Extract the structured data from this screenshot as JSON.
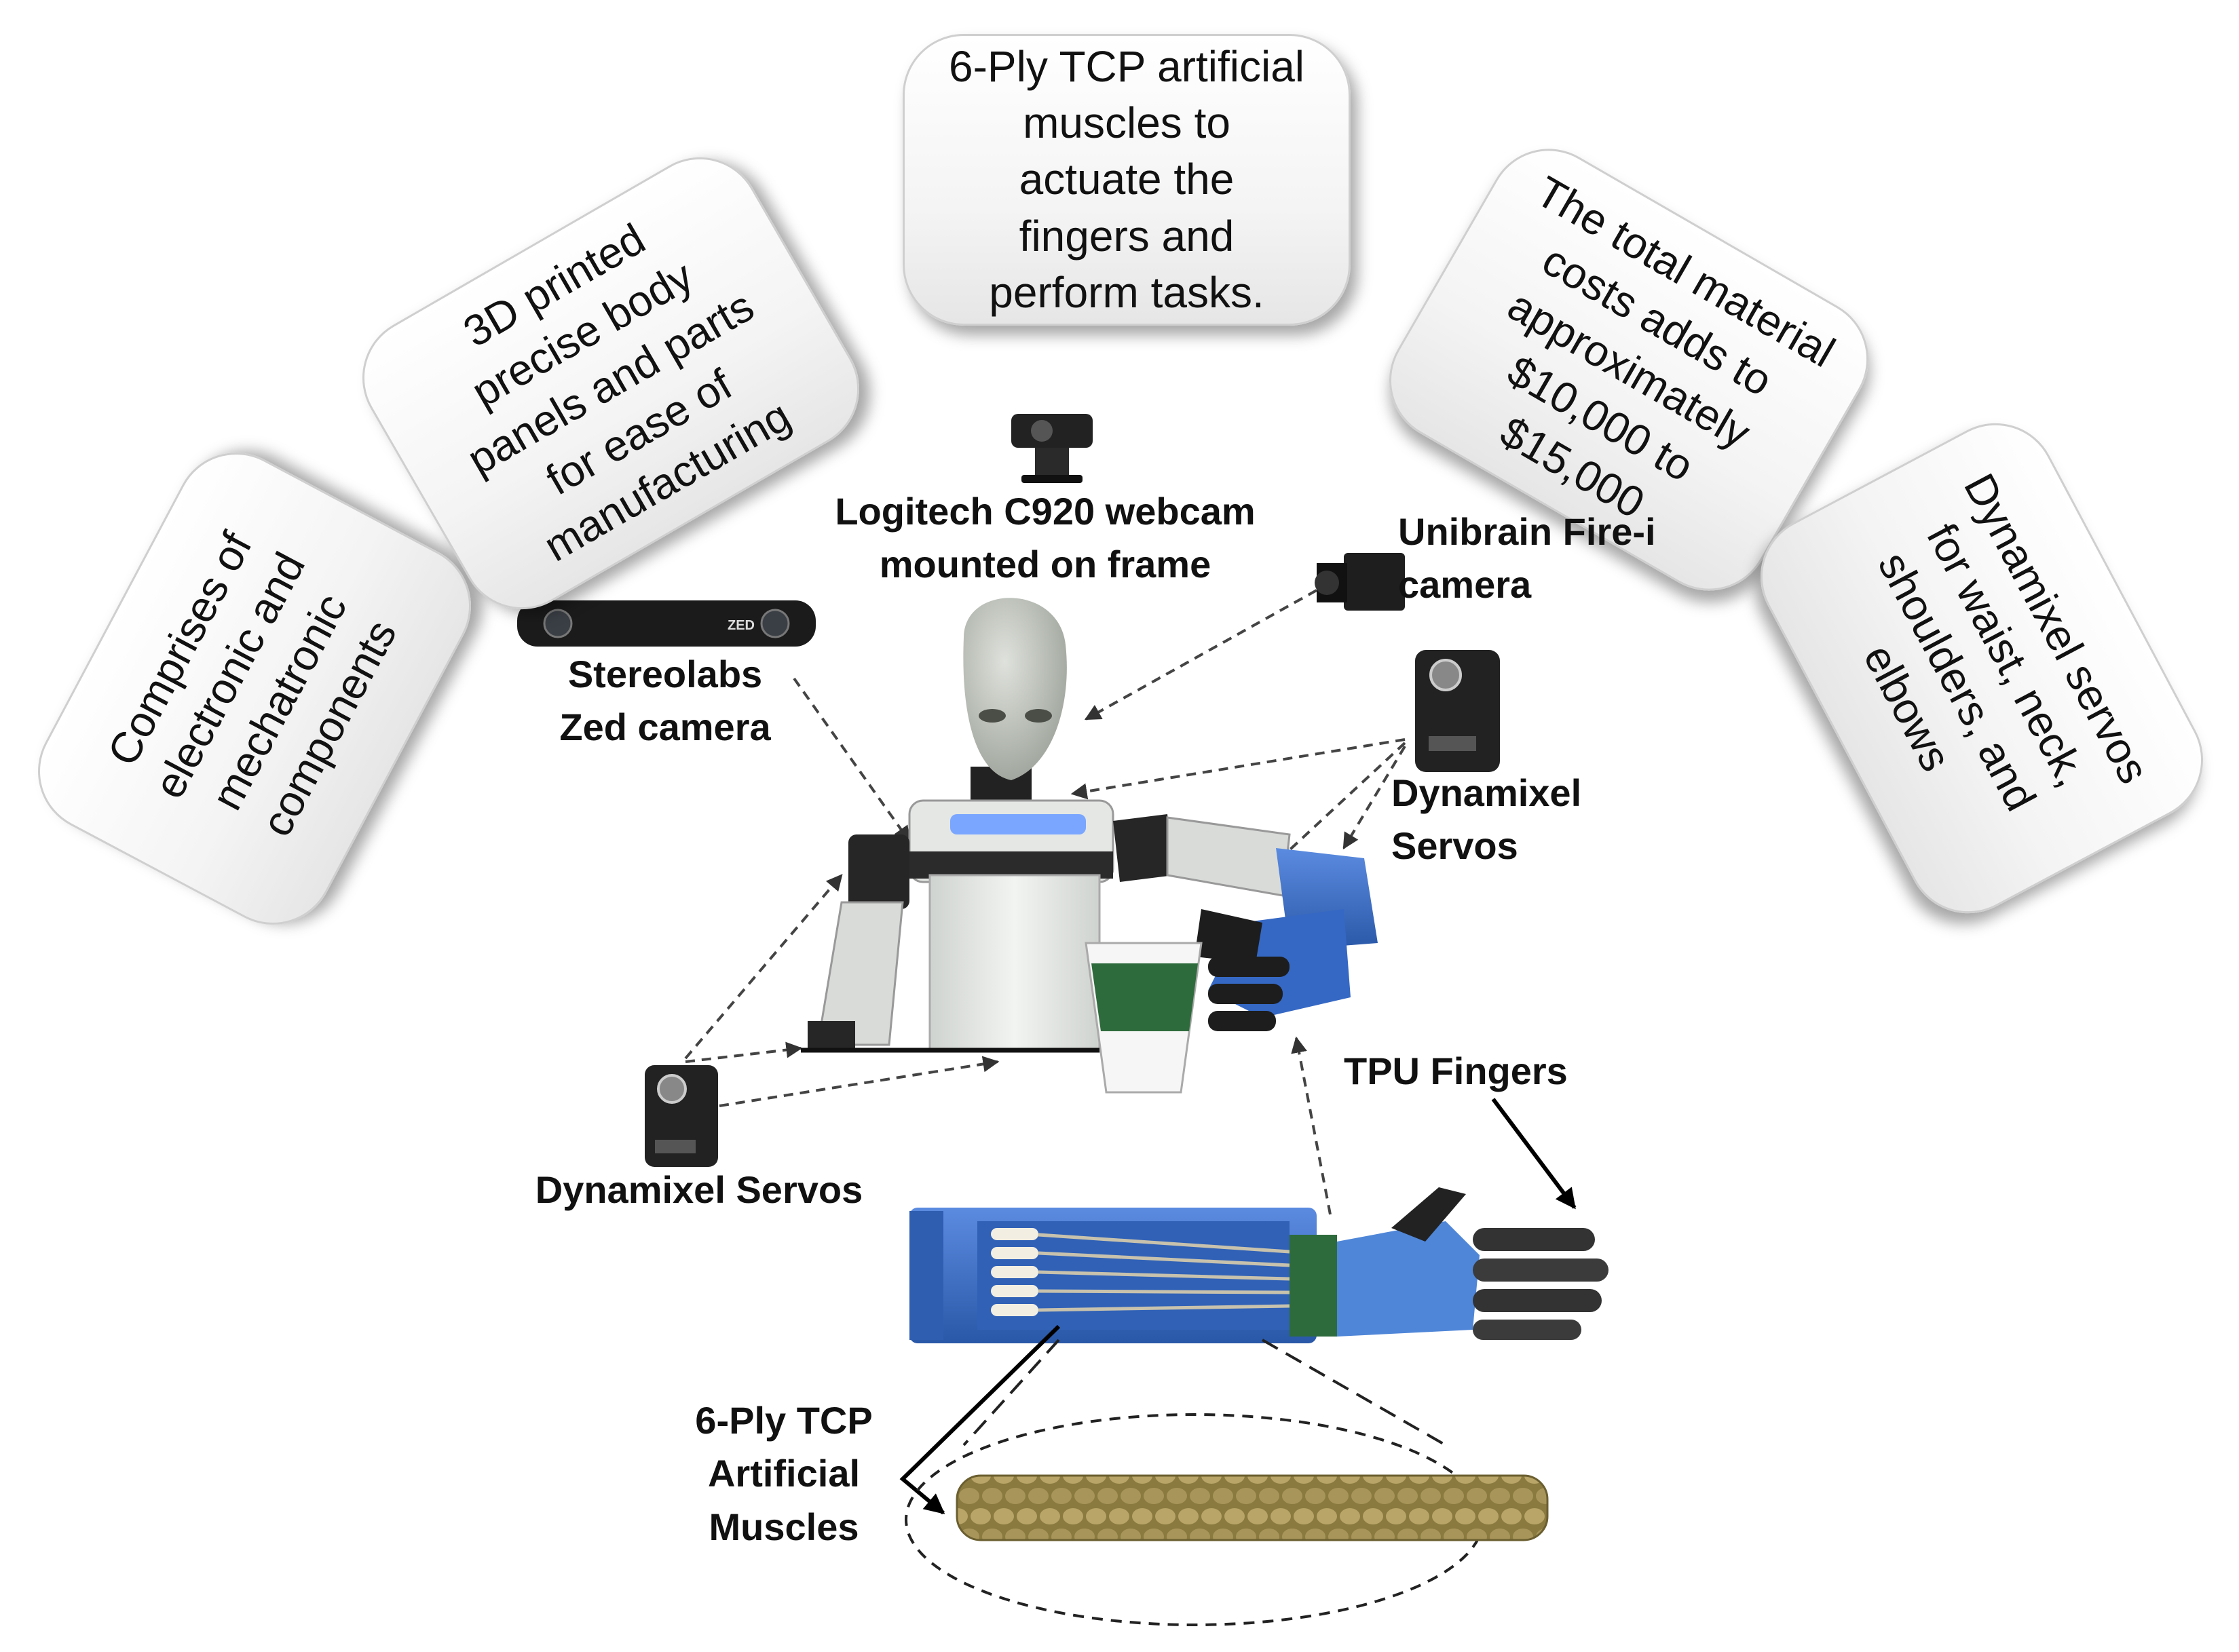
{
  "callouts": {
    "components": "Comprises of\nelectronic and\nmechatronic\ncomponents",
    "printed": "3D printed\nprecise body\npanels and parts\nfor ease of\nmanufacturing",
    "muscles": "6-Ply TCP artificial\nmuscles to\nactuate the\nfingers and\nperform tasks.",
    "cost": "The total material\ncosts adds to\napproximately\n$10,000 to\n$15,000",
    "servos": "Dynamixel servos\nfor waist, neck,\nshoulders, and\nelbows"
  },
  "labels": {
    "webcam": "Logitech C920 webcam\nmounted on frame",
    "unibrain": "Unibrain Fire-i\ncamera",
    "zed": "Stereolabs\nZed camera",
    "servos_right": "Dynamixel\nServos",
    "servos_left": "Dynamixel Servos",
    "tpu": "TPU Fingers",
    "tcp": "6-Ply TCP\nArtificial\nMuscles"
  },
  "zed_logo": "ZED",
  "colors": {
    "robot_body": "#e9ece9",
    "robot_head": "#c9cdc4",
    "arm_blue": "#3f72c8",
    "hand_black": "#1d1d1d",
    "cup_green": "#2e6b3c",
    "muscle_gold": "#a08c4e"
  }
}
